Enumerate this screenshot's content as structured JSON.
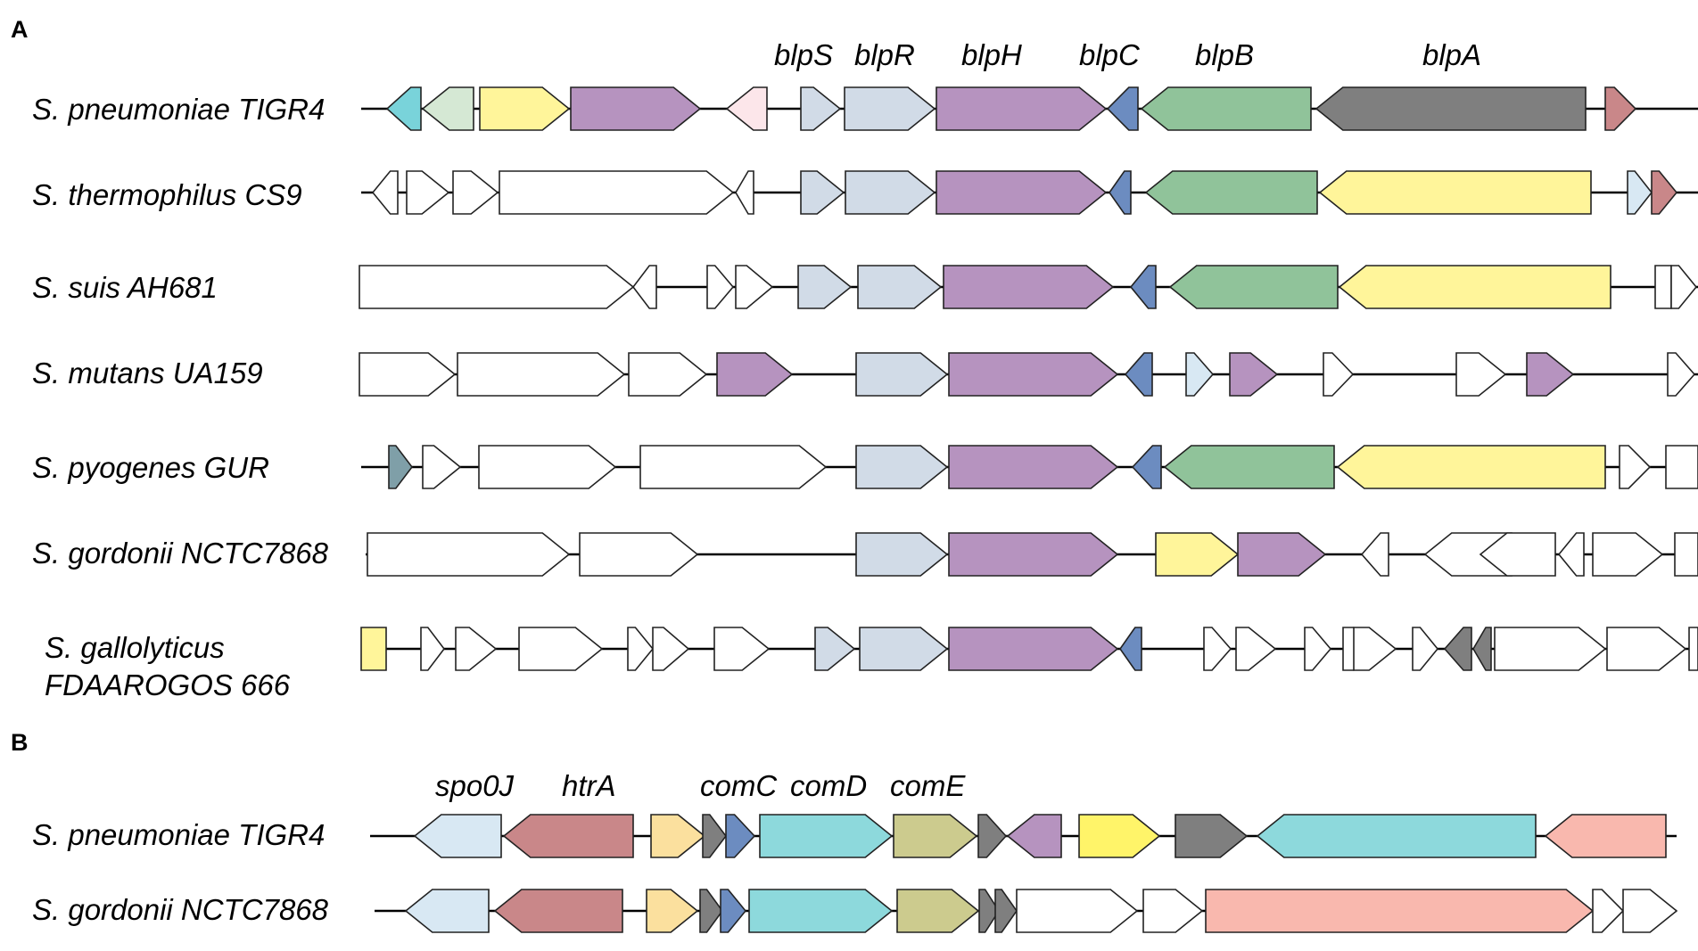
{
  "panels": {
    "a_label": "A",
    "b_label": "B"
  },
  "colors": {
    "white": "#ffffff",
    "cyan": "#79d3da",
    "light_green": "#d5e8d4",
    "yellow": "#fff59a",
    "bright_yellow": "#fff469",
    "purple": "#b693bf",
    "pink_light": "#fce6ea",
    "blue_gray": "#d1dbe7",
    "light_blue": "#d8e8f3",
    "dark_blue": "#6c8cc0",
    "green": "#90c39a",
    "dark_gray": "#7f7f7f",
    "mauve": "#c98789",
    "teal_gray": "#7f9fa8",
    "turquoise": "#8dd9dc",
    "peach": "#fbe09e",
    "olive": "#cccb8e",
    "salmon": "#f9b8ae"
  },
  "panel_a": {
    "gene_labels": [
      "blpS",
      "blpR",
      "blpH",
      "blpC",
      "blpB",
      "blpA"
    ],
    "organisms": [
      "S. pneumoniae TIGR4",
      "S. thermophilus CS9",
      "S. suis AH681",
      "S. mutans UA159",
      "S. pyogenes GUR",
      "S. gordonii NCTC7868",
      "S. gallolyticus",
      "FDAAROGOS 666"
    ]
  },
  "panel_b": {
    "gene_labels": [
      "spo0J",
      "htrA",
      "comC",
      "comD",
      "comE"
    ],
    "organisms": [
      "S. pneumoniae TIGR4",
      "S. gordonii NCTC7868"
    ]
  }
}
